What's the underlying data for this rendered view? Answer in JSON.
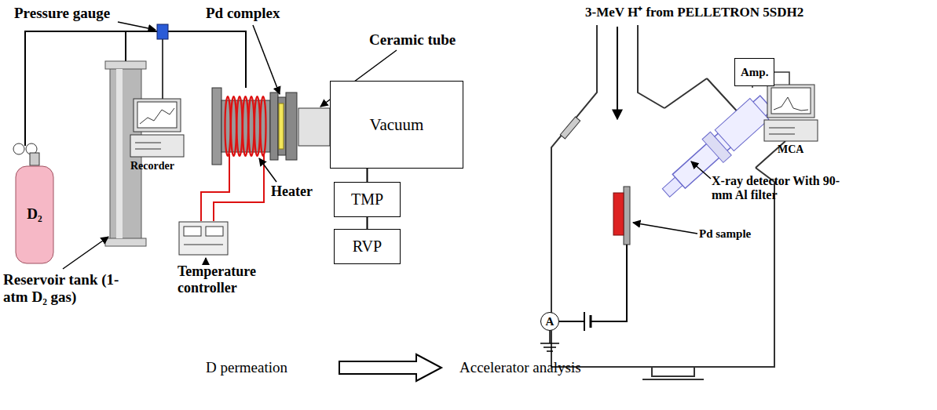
{
  "diagram": {
    "nodes": [
      {
        "text": [
          "Vacuum"
        ]
      },
      {
        "text": [
          "TMP"
        ]
      },
      {
        "text": [
          "RVP"
        ]
      },
      {
        "text": [
          "Amp."
        ]
      },
      {
        "text": [
          "A"
        ]
      }
    ],
    "edges": [
      {
        "from": 0,
        "to": 1,
        "arrow": "none"
      },
      {
        "from": 1,
        "to": 2,
        "arrow": "none"
      }
    ],
    "labels": [
      "Pressure gauge",
      "D₂",
      "Recorder",
      "Pd complex",
      "Ceramic tube",
      "Heater",
      "Reservoir tank (1-atm D₂ gas)",
      "Temperature controller",
      "3-MeV H⁺ from PELLETRON 5SDH2",
      "MCA",
      "X-ray detector With 90-mm Al filter",
      "Pd sample",
      "D permeation",
      "Accelerator analysis"
    ]
  }
}
